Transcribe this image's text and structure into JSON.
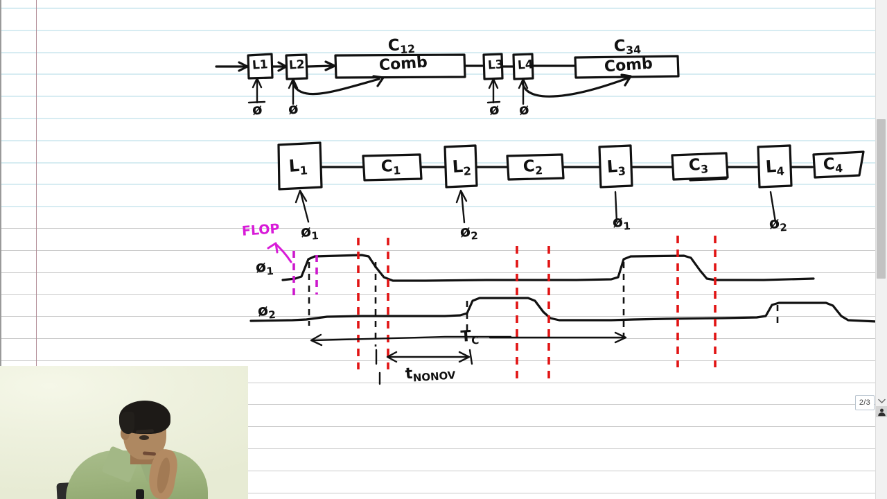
{
  "app": {
    "media_type": "lecture-video-with-handwritten-notes",
    "page_indicator": "2/3",
    "chevron_icon": "chevron-down-icon",
    "avatar_icon": "presenter-avatar-icon"
  },
  "notes": {
    "paper_style": "ruled-notebook",
    "ink_colors": {
      "pen": "#111111",
      "red_marker": "#e11414",
      "magenta_marker": "#d81bd8",
      "rule_blue": "#d7ecf2",
      "rule_gray": "#c9c9c9",
      "margin_red": "#b08a95"
    }
  },
  "diagram_top": {
    "title_hint": "pipelined latch and combinational logic chain",
    "blocks": [
      {
        "label": "L1",
        "type": "latch"
      },
      {
        "label": "L2",
        "type": "latch"
      },
      {
        "label": "Comb",
        "tag": "C",
        "tag_sub": "12",
        "type": "combinational"
      },
      {
        "label": "L3",
        "type": "latch"
      },
      {
        "label": "L4",
        "type": "latch"
      },
      {
        "label": "Comb",
        "tag": "C",
        "tag_sub": "34",
        "type": "combinational"
      }
    ],
    "clock_labels": [
      {
        "text": "ø",
        "for": "L1"
      },
      {
        "text": "ø",
        "for": "L2"
      },
      {
        "text": "ø",
        "for": "L3"
      },
      {
        "text": "ø",
        "for": "L4"
      }
    ]
  },
  "diagram_middle": {
    "title_hint": "alternating latch / logic stage chain with two-phase clocking",
    "blocks": [
      {
        "label": "L",
        "sub": "1",
        "type": "latch"
      },
      {
        "label": "C",
        "sub": "1",
        "type": "logic"
      },
      {
        "label": "L",
        "sub": "2",
        "type": "latch"
      },
      {
        "label": "C",
        "sub": "2",
        "type": "logic"
      },
      {
        "label": "L",
        "sub": "3",
        "type": "latch"
      },
      {
        "label": "C",
        "sub": "3",
        "type": "logic"
      },
      {
        "label": "L",
        "sub": "4",
        "type": "latch"
      },
      {
        "label": "C",
        "sub": "4",
        "type": "logic"
      }
    ],
    "clock_labels": [
      {
        "text": "ø",
        "sub": "1",
        "for": "L1"
      },
      {
        "text": "ø",
        "sub": "2",
        "for": "L2"
      },
      {
        "text": "ø",
        "sub": "1",
        "for": "L3"
      },
      {
        "text": "ø",
        "sub": "2",
        "for": "L4"
      }
    ]
  },
  "timing_diagram": {
    "annotation_flop": "FLOP",
    "waveform_labels": [
      {
        "text": "ø",
        "sub": "1"
      },
      {
        "text": "ø",
        "sub": "2"
      }
    ],
    "measurements": [
      {
        "text": "T",
        "sub": "C",
        "meaning": "clock-period"
      },
      {
        "text": "t",
        "sub": "NONOV",
        "meaning": "non-overlap-time"
      }
    ]
  }
}
